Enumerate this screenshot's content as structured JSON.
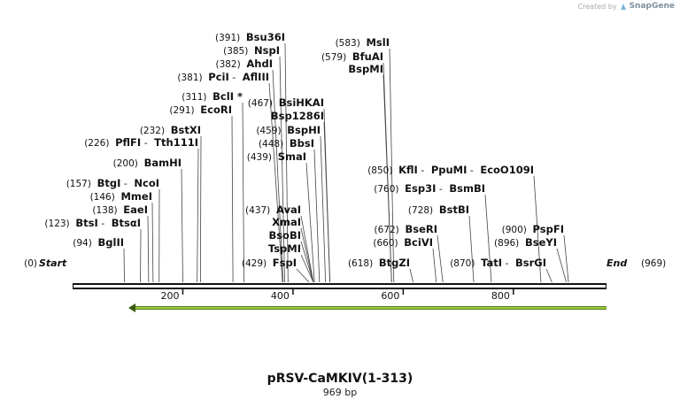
{
  "credit": {
    "prefix": "Created by",
    "brand": "SnapGene"
  },
  "plasmid": {
    "name": "pRSV-CaMKIV(1-313)",
    "length_label": "969 bp"
  },
  "map": {
    "start_label": "Start",
    "start_pos": "(0)",
    "end_label": "End",
    "end_pos": "(969)",
    "ticks": [
      {
        "pos": 200,
        "label": "200"
      },
      {
        "pos": 400,
        "label": "400"
      },
      {
        "pos": 600,
        "label": "600"
      },
      {
        "pos": 800,
        "label": "800"
      }
    ],
    "feature": {
      "start": 100,
      "end": 969,
      "direction": "reverse",
      "color": "#9ccc3c"
    },
    "sites": [
      {
        "pos": 94,
        "label": "(94)",
        "names": [
          {
            "t": "BglII"
          }
        ]
      },
      {
        "pos": 123,
        "label": "(123)",
        "names": [
          {
            "t": "BtsI"
          },
          {
            "t": "-"
          },
          {
            "t": "BtsαI"
          }
        ]
      },
      {
        "pos": 138,
        "label": "(138)",
        "names": [
          {
            "t": "EaeI"
          }
        ]
      },
      {
        "pos": 146,
        "label": "(146)",
        "names": [
          {
            "t": "MmeI"
          }
        ]
      },
      {
        "pos": 157,
        "label": "(157)",
        "names": [
          {
            "t": "BtgI"
          },
          {
            "t": "-"
          },
          {
            "t": "NcoI"
          }
        ]
      },
      {
        "pos": 200,
        "label": "(200)",
        "names": [
          {
            "t": "BamHI"
          }
        ]
      },
      {
        "pos": 226,
        "label": "(226)",
        "names": [
          {
            "t": "PflFI"
          },
          {
            "t": "-"
          },
          {
            "t": "Tth111I"
          }
        ]
      },
      {
        "pos": 232,
        "label": "(232)",
        "names": [
          {
            "t": "BstXI"
          }
        ]
      },
      {
        "pos": 291,
        "label": "(291)",
        "names": [
          {
            "t": "EcoRI"
          }
        ]
      },
      {
        "pos": 311,
        "label": "(311)",
        "names": [
          {
            "t": "BclI *"
          }
        ]
      },
      {
        "pos": 381,
        "label": "(381)",
        "names": [
          {
            "t": "PciI"
          },
          {
            "t": "-"
          },
          {
            "t": "AflIII"
          }
        ]
      },
      {
        "pos": 382,
        "label": "(382)",
        "names": [
          {
            "t": "AhdI"
          }
        ]
      },
      {
        "pos": 385,
        "label": "(385)",
        "names": [
          {
            "t": "NspI"
          }
        ]
      },
      {
        "pos": 391,
        "label": "(391)",
        "names": [
          {
            "t": "Bsu36I"
          }
        ]
      },
      {
        "pos": 429,
        "label": "(429)",
        "names": [
          {
            "t": "FspI"
          }
        ]
      },
      {
        "pos": 437,
        "label": "",
        "names": [
          {
            "t": "TspMI"
          }
        ]
      },
      {
        "pos": 437,
        "label": "",
        "names": [
          {
            "t": "BsoBI"
          }
        ]
      },
      {
        "pos": 437,
        "label": "",
        "names": [
          {
            "t": "XmaI"
          }
        ]
      },
      {
        "pos": 437,
        "label": "(437)",
        "names": [
          {
            "t": "AvaI"
          }
        ]
      },
      {
        "pos": 439,
        "label": "(439)",
        "names": [
          {
            "t": "SmaI"
          }
        ]
      },
      {
        "pos": 448,
        "label": "(448)",
        "names": [
          {
            "t": "BbsI"
          }
        ]
      },
      {
        "pos": 459,
        "label": "(459)",
        "names": [
          {
            "t": "BspHI"
          }
        ]
      },
      {
        "pos": 467,
        "label": "",
        "names": [
          {
            "t": "Bsp1286I"
          }
        ]
      },
      {
        "pos": 467,
        "label": "(467)",
        "names": [
          {
            "t": "BsiHKAI"
          }
        ]
      },
      {
        "pos": 579,
        "label": "",
        "names": [
          {
            "t": "BspMI"
          }
        ]
      },
      {
        "pos": 579,
        "label": "(579)",
        "names": [
          {
            "t": "BfuAI"
          }
        ]
      },
      {
        "pos": 583,
        "label": "(583)",
        "names": [
          {
            "t": "MslI"
          }
        ]
      },
      {
        "pos": 618,
        "label": "(618)",
        "names": [
          {
            "t": "BtgZI"
          }
        ]
      },
      {
        "pos": 660,
        "label": "(660)",
        "names": [
          {
            "t": "BciVI"
          }
        ]
      },
      {
        "pos": 672,
        "label": "(672)",
        "names": [
          {
            "t": "BseRI"
          }
        ]
      },
      {
        "pos": 728,
        "label": "(728)",
        "names": [
          {
            "t": "BstBI"
          }
        ]
      },
      {
        "pos": 760,
        "label": "(760)",
        "names": [
          {
            "t": "Esp3I"
          },
          {
            "t": "-"
          },
          {
            "t": "BsmBI"
          }
        ]
      },
      {
        "pos": 850,
        "label": "(850)",
        "names": [
          {
            "t": "KflI"
          },
          {
            "t": "-"
          },
          {
            "t": "PpuMI"
          },
          {
            "t": "-"
          },
          {
            "t": "EcoO109I"
          }
        ]
      },
      {
        "pos": 870,
        "label": "(870)",
        "names": [
          {
            "t": "TatI"
          },
          {
            "t": "-"
          },
          {
            "t": "BsrGI"
          }
        ]
      },
      {
        "pos": 896,
        "label": "(896)",
        "names": [
          {
            "t": "BseYI"
          }
        ]
      },
      {
        "pos": 900,
        "label": "(900)",
        "names": [
          {
            "t": "PspFI"
          }
        ]
      }
    ]
  }
}
